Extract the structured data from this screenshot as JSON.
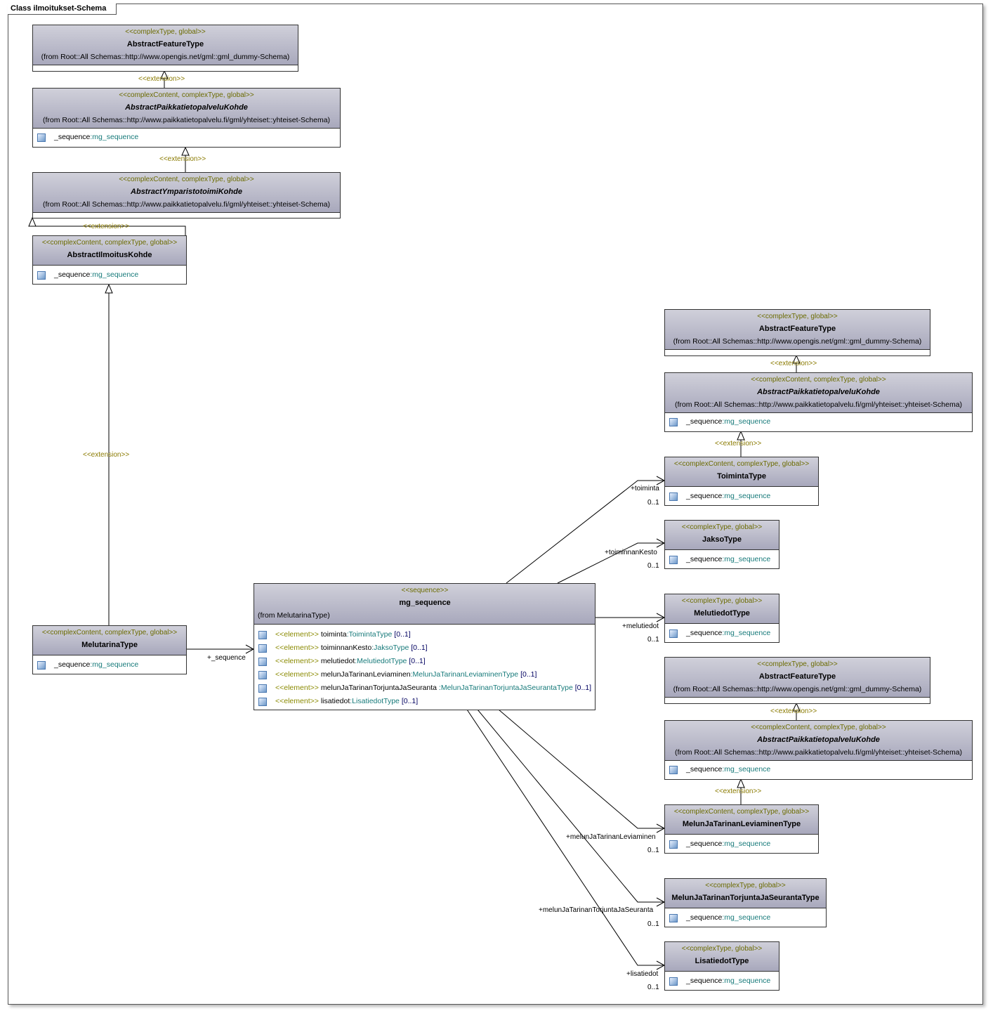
{
  "diagram": {
    "title": "Class ilmoitukset-Schema",
    "extension_label": "<<extension>>",
    "colors": {
      "stereotype": "#6b6b00",
      "type_ref": "#177a7a",
      "header_top": "#d0d0da",
      "header_bottom": "#a8a8bc"
    }
  },
  "boxes": {
    "aft_top": {
      "stereo": "<<complexType, global>>",
      "name": "AbstractFeatureType",
      "from": "(from Root::All Schemas::http://www.opengis.net/gml::gml_dummy-Schema)"
    },
    "apk_top": {
      "stereo": "<<complexContent, complexType, global>>",
      "name": "AbstractPaikkatietopalveluKohde",
      "from": "(from Root::All Schemas::http://www.paikkatietopalvelu.fi/gml/yhteiset::yhteiset-Schema)",
      "attr": "_sequence",
      "attr_type": ":mg_sequence"
    },
    "ayk": {
      "stereo": "<<complexContent, complexType, global>>",
      "name": "AbstractYmparistotoimiKohde",
      "from": "(from Root::All Schemas::http://www.paikkatietopalvelu.fi/gml/yhteiset::yhteiset-Schema)"
    },
    "aik": {
      "stereo": "<<complexContent, complexType, global>>",
      "name": "AbstractIlmoitusKohde",
      "attr": "_sequence",
      "attr_type": ":mg_sequence"
    },
    "mel": {
      "stereo": "<<complexContent, complexType, global>>",
      "name": "MelutarinaType",
      "attr": "_sequence",
      "attr_type": ":mg_sequence"
    },
    "mgs": {
      "stereo": "<<sequence>>",
      "name": "mg_sequence",
      "from": "(from MelutarinaType)",
      "elements": [
        {
          "st": "<<element>>",
          "name": "toiminta",
          "type": ":ToimintaType",
          "range": "[0..1]"
        },
        {
          "st": "<<element>>",
          "name": "toiminnanKesto",
          "type": ":JaksoType",
          "range": "[0..1]"
        },
        {
          "st": "<<element>>",
          "name": "melutiedot",
          "type": ":MelutiedotType",
          "range": "[0..1]"
        },
        {
          "st": "<<element>>",
          "name": "melunJaTarinanLeviaminen",
          "type": ":MelunJaTarinanLeviaminenType",
          "range": "[0..1]"
        },
        {
          "st": "<<element>>",
          "name": "melunJaTarinanTorjuntaJaSeuranta",
          "type": ":MelunJaTarinanTorjuntaJaSeurantaType",
          "range": "[0..1]"
        },
        {
          "st": "<<element>>",
          "name": "lisatiedot",
          "type": ":LisatiedotType",
          "range": "[0..1]"
        }
      ]
    },
    "aft_r1": {
      "stereo": "<<complexType, global>>",
      "name": "AbstractFeatureType",
      "from": "(from Root::All Schemas::http://www.opengis.net/gml::gml_dummy-Schema)"
    },
    "apk_r1": {
      "stereo": "<<complexContent, complexType, global>>",
      "name": "AbstractPaikkatietopalveluKohde",
      "from": "(from Root::All Schemas::http://www.paikkatietopalvelu.fi/gml/yhteiset::yhteiset-Schema)",
      "attr": "_sequence",
      "attr_type": ":mg_sequence"
    },
    "toi": {
      "stereo": "<<complexContent, complexType, global>>",
      "name": "ToimintaType",
      "attr": "_sequence",
      "attr_type": ":mg_sequence"
    },
    "jak": {
      "stereo": "<<complexType, global>>",
      "name": "JaksoType",
      "attr": "_sequence",
      "attr_type": ":mg_sequence"
    },
    "mtd": {
      "stereo": "<<complexType, global>>",
      "name": "MelutiedotType",
      "attr": "_sequence",
      "attr_type": ":mg_sequence"
    },
    "aft_r2": {
      "stereo": "<<complexType, global>>",
      "name": "AbstractFeatureType",
      "from": "(from Root::All Schemas::http://www.opengis.net/gml::gml_dummy-Schema)"
    },
    "apk_r2": {
      "stereo": "<<complexContent, complexType, global>>",
      "name": "AbstractPaikkatietopalveluKohde",
      "from": "(from Root::All Schemas::http://www.paikkatietopalvelu.fi/gml/yhteiset::yhteiset-Schema)",
      "attr": "_sequence",
      "attr_type": ":mg_sequence"
    },
    "lev": {
      "stereo": "<<complexContent, complexType, global>>",
      "name": "MelunJaTarinanLeviaminenType",
      "attr": "_sequence",
      "attr_type": ":mg_sequence"
    },
    "tor": {
      "stereo": "<<complexType, global>>",
      "name": "MelunJaTarinanTorjuntaJaSeurantaType",
      "attr": "_sequence",
      "attr_type": ":mg_sequence"
    },
    "lis": {
      "stereo": "<<complexType, global>>",
      "name": "LisatiedotType",
      "attr": "_sequence",
      "attr_type": ":mg_sequence"
    }
  },
  "associations": {
    "seq": {
      "role": "+_sequence"
    },
    "toiminta": {
      "role": "+toiminta",
      "mult": "0..1"
    },
    "kesto": {
      "role": "+toiminnanKesto",
      "mult": "0..1"
    },
    "melutiedot": {
      "role": "+melutiedot",
      "mult": "0..1"
    },
    "leviaminen": {
      "role": "+melunJaTarinanLeviaminen",
      "mult": "0..1"
    },
    "torjunta": {
      "role": "+melunJaTarinanTorjuntaJaSeuranta",
      "mult": "0..1"
    },
    "lisatiedot": {
      "role": "+lisatiedot",
      "mult": "0..1"
    }
  }
}
